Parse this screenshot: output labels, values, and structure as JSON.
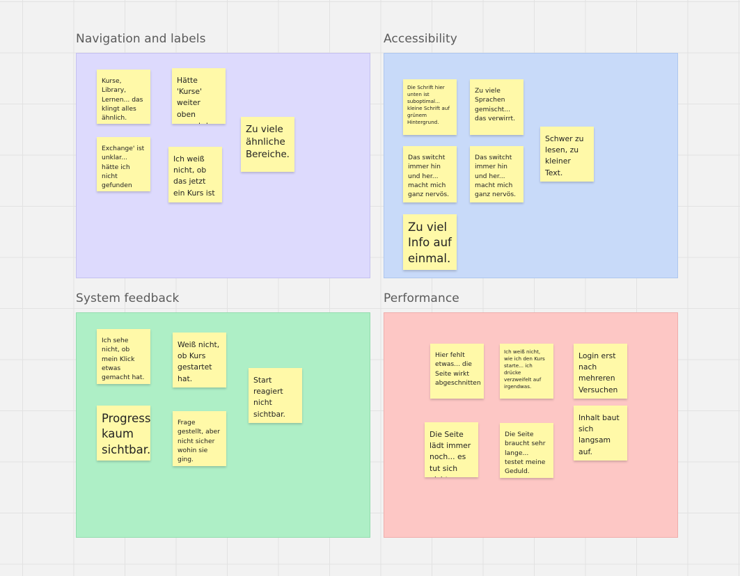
{
  "colors": {
    "navigation": "#dddafd",
    "accessibility": "#c8daf9",
    "system_feedback": "#aeefc6",
    "performance": "#fdc7c5",
    "sticky": "#fff9a8"
  },
  "frames": {
    "navigation": {
      "title": "Navigation and labels",
      "notes": [
        "Kurse, Library, Lernen... das klingt alles ähnlich.",
        "Hätte 'Kurse' weiter oben erwartet.",
        "Zu viele ähnliche Bereiche.",
        "Exchange' ist unklar... hätte ich nicht gefunden",
        "Ich weiß nicht, ob das jetzt ein Kurs ist"
      ]
    },
    "accessibility": {
      "title": "Accessibility",
      "notes": [
        "Die Schrift hier unten ist suboptimal... kleine Schrift auf grünem Hintergrund.",
        "Zu viele Sprachen gemischt... das verwirrt.",
        "Schwer zu lesen, zu kleiner Text.",
        "Das switcht immer hin und her... macht mich ganz nervös.",
        "Das switcht immer hin und her... macht mich ganz nervös.",
        "Zu viel Info auf einmal."
      ]
    },
    "system_feedback": {
      "title": "System feedback",
      "notes": [
        "Ich sehe nicht, ob mein Klick etwas gemacht hat.",
        "Weiß nicht, ob Kurs gestartet hat.",
        "Start reagiert nicht sichtbar.",
        "Progress kaum sichtbar.",
        "Frage gestellt, aber nicht sicher wohin sie ging."
      ]
    },
    "performance": {
      "title": "Performance",
      "notes": [
        "Hier fehlt etwas... die Seite wirkt abgeschnitten",
        "Ich weiß nicht, wie ich den Kurs starte... ich drücke verzweifelt auf irgendwas.",
        "Login erst nach mehreren Versuchen",
        "Inhalt baut sich langsam auf.",
        "Die Seite lädt immer noch... es tut sich nichts",
        "Die Seite braucht sehr lange... testet meine Geduld."
      ]
    }
  }
}
